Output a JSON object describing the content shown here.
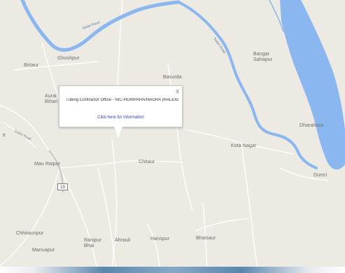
{
  "map": {
    "colors": {
      "land": "#eceae3",
      "water": "#8ab7f0",
      "road": "#ffffff",
      "label": "#6b6b6b"
    },
    "places": [
      {
        "id": "ghoshpur",
        "label": "Ghoshpur"
      },
      {
        "id": "birtaur",
        "label": "Birtaur"
      },
      {
        "id": "basurda",
        "label": "Basurda"
      },
      {
        "id": "aurai-bihari",
        "label": "Aurai\nBihari"
      },
      {
        "id": "bangar-sahapur",
        "label": "Bangar\nSahapur"
      },
      {
        "id": "dharahara",
        "label": "Dharahara"
      },
      {
        "id": "mau-raipur",
        "label": "Mau Raipur"
      },
      {
        "id": "kota-nagar",
        "label": "Kota Nagar"
      },
      {
        "id": "chitaur",
        "label": "Chitaur"
      },
      {
        "id": "dumri",
        "label": "Dumri"
      },
      {
        "id": "chhitaunpur",
        "label": "Chhitaunpur"
      },
      {
        "id": "manuapur",
        "label": "Manuapur"
      },
      {
        "id": "ranipur-bhai",
        "label": "Ranipur\nBhai"
      },
      {
        "id": "ahrauli",
        "label": "Ahrauli"
      },
      {
        "id": "bhaisaur",
        "label": "Bhaisaur"
      },
      {
        "id": "hanspur",
        "label": "Hanspur"
      },
      {
        "id": "west-edge",
        "label": "tr"
      }
    ],
    "road_label": "Sadat Road",
    "highway_shield": "19"
  },
  "info_window": {
    "title": "Tubing Contractor Office - NIC-HOWPARA/NAGRA (RALEIGH)",
    "link_label": "Click here for information",
    "close_label": "x"
  }
}
